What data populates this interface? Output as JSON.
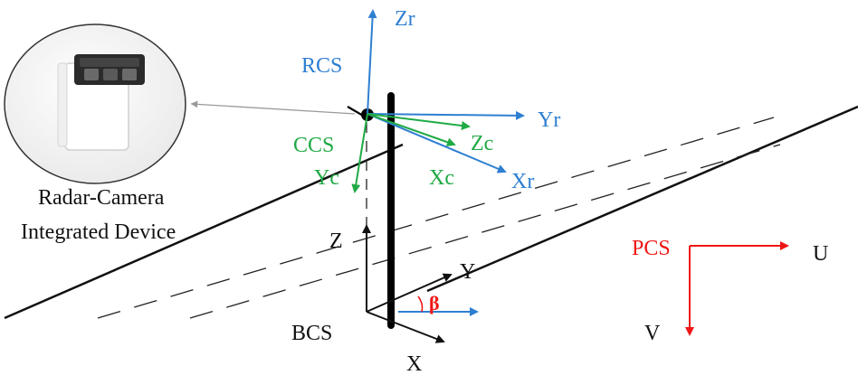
{
  "device": {
    "caption_line1": "Radar-Camera",
    "caption_line2": "Integrated Device"
  },
  "frames": {
    "rcs": {
      "name": "RCS",
      "axes": [
        "Zr",
        "Yr",
        "Xr"
      ]
    },
    "ccs": {
      "name": "CCS",
      "axes": [
        "Zc",
        "Yc",
        "Xc"
      ]
    },
    "bcs": {
      "name": "BCS",
      "axes": [
        "Z",
        "Y",
        "X"
      ],
      "angle": "β"
    },
    "pcs": {
      "name": "PCS",
      "axes": [
        "U",
        "V"
      ]
    }
  },
  "colors": {
    "rcs": "#2e7fd1",
    "ccs": "#1faa45",
    "pcs": "#f01616",
    "bcs": "#111111",
    "pointer": "#9a9a9a"
  }
}
